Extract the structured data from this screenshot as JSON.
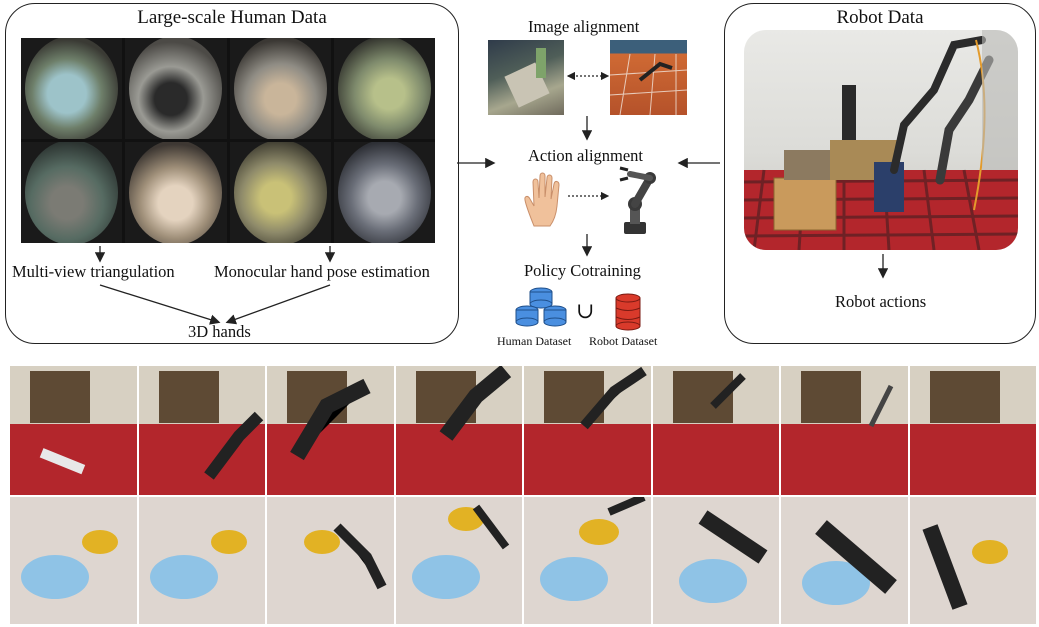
{
  "human_panel": {
    "title": "Large-scale Human Data",
    "left_label": "Multi-view triangulation",
    "right_label": "Monocular hand pose estimation",
    "bottom_label": "3D hands"
  },
  "center": {
    "image_alignment": "Image alignment",
    "action_alignment": "Action alignment",
    "policy_cotraining": "Policy Cotraining",
    "human_dataset": "Human Dataset",
    "robot_dataset": "Robot Dataset",
    "union_symbol": "∪"
  },
  "robot_panel": {
    "title": "Robot Data",
    "bottom_label": "Robot actions"
  },
  "colors": {
    "human_db": "#4a8fe0",
    "robot_db": "#d93a2b",
    "tablecloth": "#b3262c",
    "bowl_blue": "#8fc3e6",
    "bowl_yellow": "#e2b224"
  },
  "icons": [
    "hand-icon",
    "robot-arm-icon",
    "database-icon"
  ]
}
